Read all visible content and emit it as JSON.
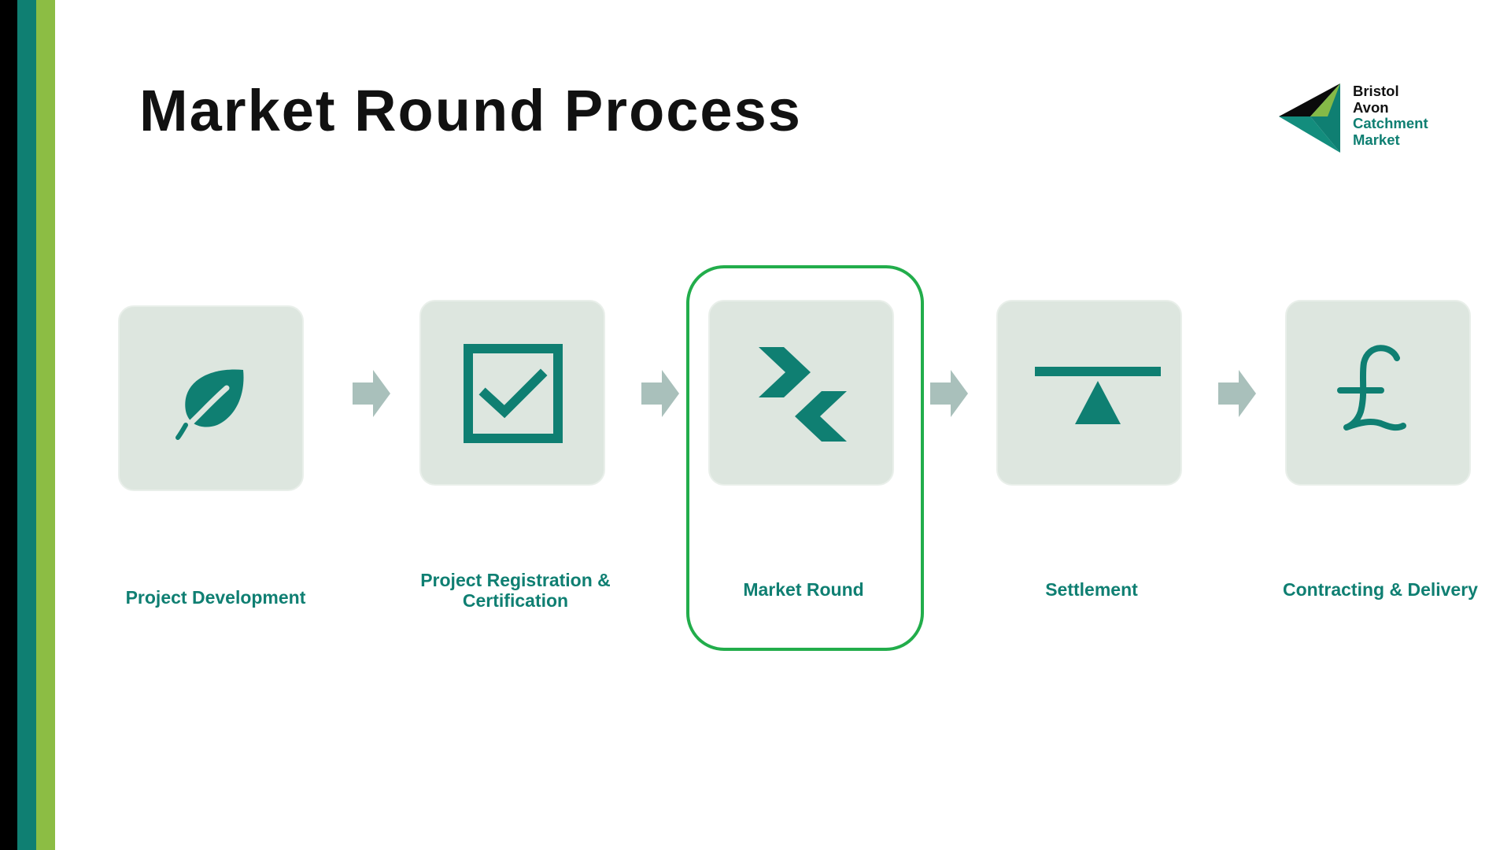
{
  "slide": {
    "title": "Market Round Process"
  },
  "logo": {
    "lines": [
      "Bristol",
      "Avon",
      "Catchment",
      "Market"
    ]
  },
  "steps": [
    {
      "label": "Project Development",
      "icon": "leaf-icon"
    },
    {
      "label": "Project Registration & Certification",
      "icon": "checkbox-checked-icon"
    },
    {
      "label": "Market Round",
      "icon": "exchange-chevrons-icon",
      "highlighted": true
    },
    {
      "label": "Settlement",
      "icon": "balance-seesaw-icon"
    },
    {
      "label": "Contracting & Delivery",
      "icon": "pound-sterling-icon"
    }
  ],
  "colors": {
    "accent_teal": "#0f7f72",
    "accent_green": "#8cbd44",
    "highlight_green": "#22ad4b",
    "tile_background": "#dde6df",
    "arrow_gray": "#a9c0bb"
  }
}
